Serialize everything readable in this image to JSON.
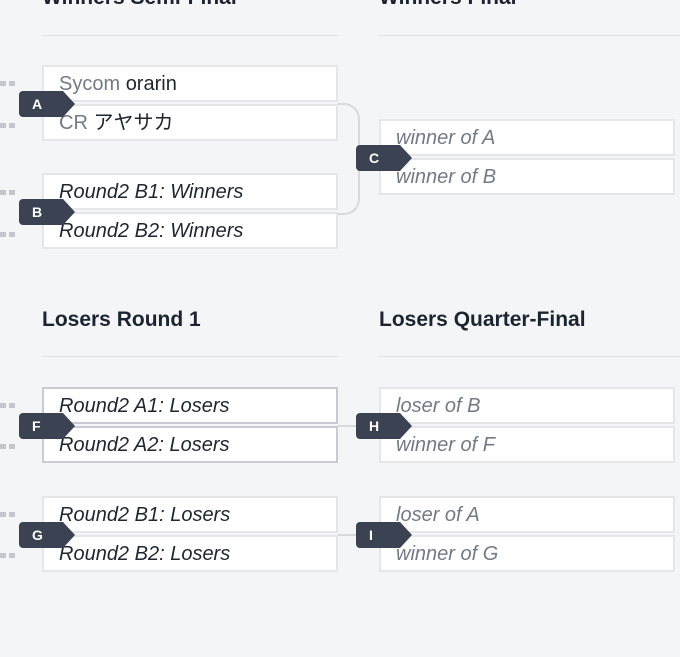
{
  "sections": {
    "winners_semi": "Winners Semi-Final",
    "winners_final": "Winners Final",
    "losers_round1": "Losers Round 1",
    "losers_quarter": "Losers Quarter-Final"
  },
  "matches": {
    "A": {
      "badge": "A",
      "top": {
        "tag": "Sycom",
        "name": "orarin"
      },
      "bottom": {
        "tag": "CR",
        "name": "アヤサカ"
      }
    },
    "B": {
      "badge": "B",
      "top": "Round2 B1: Winners",
      "bottom": "Round2 B2: Winners"
    },
    "C": {
      "badge": "C",
      "top": "winner of A",
      "bottom": "winner of B"
    },
    "F": {
      "badge": "F",
      "top": "Round2 A1: Losers",
      "bottom": "Round2 A2: Losers"
    },
    "G": {
      "badge": "G",
      "top": "Round2 B1: Losers",
      "bottom": "Round2 B2: Losers"
    },
    "H": {
      "badge": "H",
      "top": "loser of B",
      "bottom": "winner of F"
    },
    "I": {
      "badge": "I",
      "top": "loser of A",
      "bottom": "winner of G"
    }
  },
  "colors": {
    "badge": "#3b4352",
    "background": "#f4f5f7",
    "slot_border": "#e4e6ea",
    "placeholder_text": "#727a86"
  }
}
